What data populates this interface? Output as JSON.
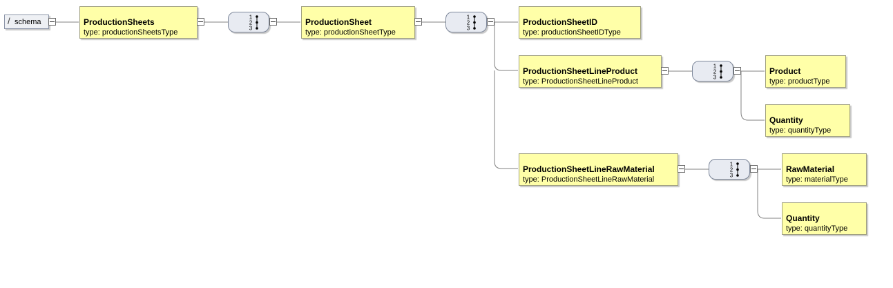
{
  "root": {
    "slash": "/",
    "label": "schema"
  },
  "elements": {
    "production_sheets": {
      "name": "ProductionSheets",
      "type": "type: productionSheetsType"
    },
    "production_sheet": {
      "name": "ProductionSheet",
      "type": "type: productionSheetType"
    },
    "production_sheet_id": {
      "name": "ProductionSheetID",
      "type": "type: productionSheetIDType"
    },
    "line_product": {
      "name": "ProductionSheetLineProduct",
      "type": "type: ProductionSheetLineProduct"
    },
    "product": {
      "name": "Product",
      "type": "type: productType"
    },
    "quantity_product": {
      "name": "Quantity",
      "type": "type: quantityType"
    },
    "line_raw_material": {
      "name": "ProductionSheetLineRawMaterial",
      "type": "type: ProductionSheetLineRawMaterial"
    },
    "raw_material": {
      "name": "RawMaterial",
      "type": "type: materialType"
    },
    "quantity_raw": {
      "name": "Quantity",
      "type": "type: quantityType"
    }
  },
  "sequence_digits": [
    "1",
    "2",
    "3"
  ],
  "colors": {
    "element_fill": "#ffffa8",
    "element_border": "#a0a080",
    "sequence_fill": "#e8ebf2",
    "connector": "#808080"
  }
}
